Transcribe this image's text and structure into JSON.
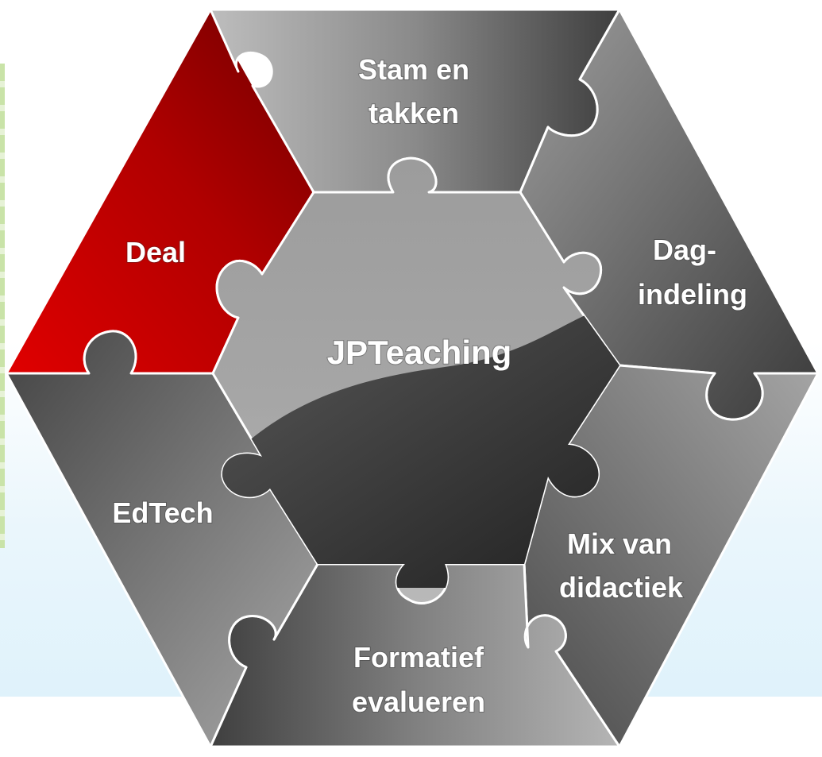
{
  "diagram": {
    "center": {
      "label": "JPTeaching"
    },
    "pieces": {
      "deal": {
        "label": "Deal",
        "color": "#c00000"
      },
      "stam": {
        "lines": [
          "Stam en",
          "takken"
        ]
      },
      "dagindeling": {
        "lines": [
          "Dag-",
          "indeling"
        ]
      },
      "mix": {
        "lines": [
          "Mix van",
          "didactiek"
        ]
      },
      "formatief": {
        "lines": [
          "Formatief",
          "evalueren"
        ]
      },
      "edtech": {
        "label": "EdTech"
      }
    }
  }
}
